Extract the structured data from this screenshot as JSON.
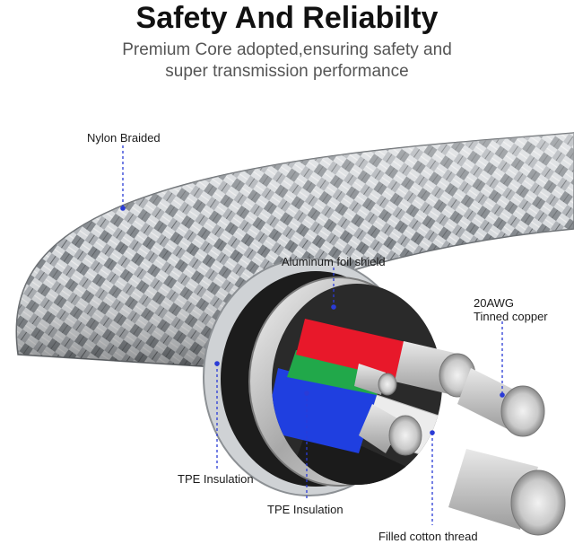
{
  "heading": {
    "title": "Safety And Reliabilty",
    "subtitle_line1": "Premium Core adopted,ensuring safety and",
    "subtitle_line2": "super transmission performance"
  },
  "labels": {
    "nylon": "Nylon Braided",
    "foil": "Aluminum foil shield",
    "awg_line1": "20AWG",
    "awg_line2": "Tinned copper",
    "tpe_outer": "TPE Insulation",
    "tpe_inner": "TPE Insulation",
    "cotton": "Filled cotton thread"
  },
  "colors": {
    "wire_red": "#e8182a",
    "wire_green": "#21a84a",
    "wire_blue": "#1f3fe0",
    "wire_black": "#1b1b1b",
    "pointer_dot": "#2a3bd6",
    "braid": "#9ea3a8"
  }
}
